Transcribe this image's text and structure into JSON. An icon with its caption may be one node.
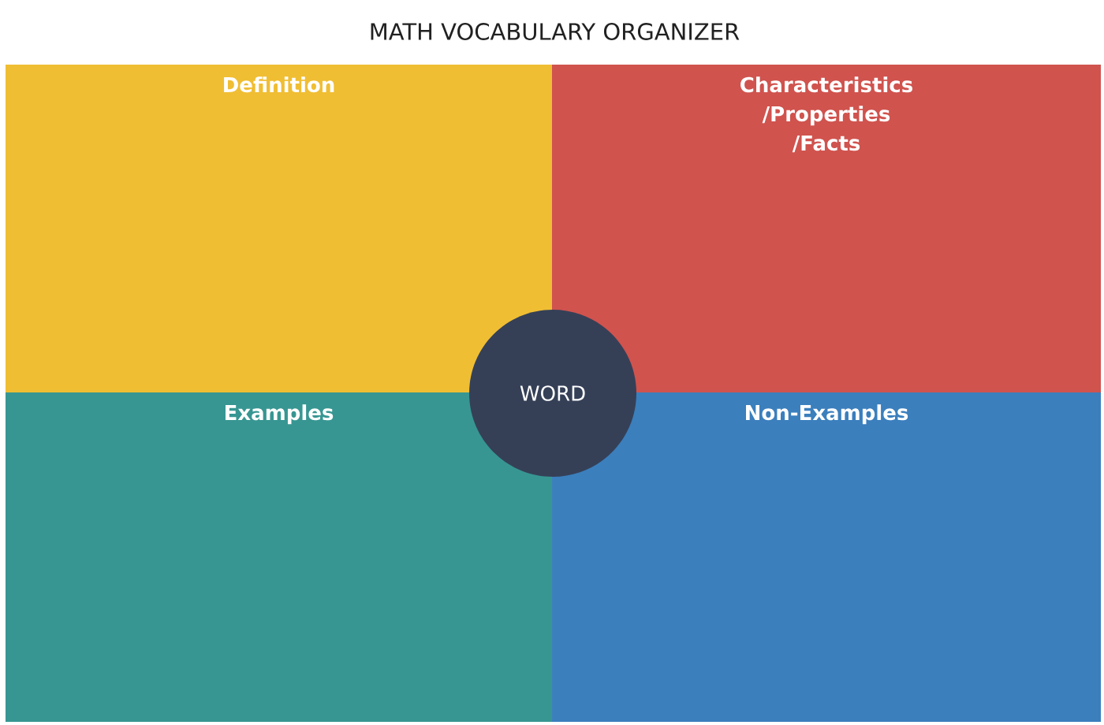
{
  "diagram": {
    "title": "MATH VOCABULARY ORGANIZER",
    "nodes": [
      {
        "text": [
          "Definition"
        ]
      },
      {
        "text": [
          "Characteristics /Properties /Facts"
        ]
      },
      {
        "text": [
          "Examples"
        ]
      },
      {
        "text": [
          "Non-Examples"
        ]
      },
      {
        "text": [
          "WORD"
        ]
      }
    ]
  }
}
